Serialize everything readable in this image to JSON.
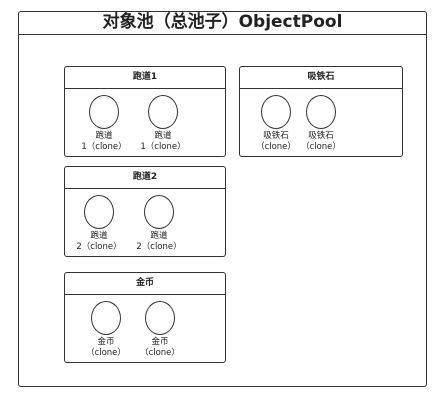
{
  "title": "对象池（总池子）ObjectPool",
  "pools": {
    "track1": {
      "title": "跑道1",
      "items": [
        {
          "name": "跑道",
          "clone": "1（clone）"
        },
        {
          "name": "跑道",
          "clone": "1（clone）"
        }
      ]
    },
    "magnet": {
      "title": "吸铁石",
      "items": [
        {
          "name": "吸铁石",
          "clone": "（clone）"
        },
        {
          "name": "吸铁石",
          "clone": "（clone）"
        }
      ]
    },
    "track2": {
      "title": "跑道2",
      "items": [
        {
          "name": "跑道",
          "clone": "2（clone）"
        },
        {
          "name": "跑道",
          "clone": "2（clone）"
        }
      ]
    },
    "coin": {
      "title": "金币",
      "items": [
        {
          "name": "金币",
          "clone": "（clone）"
        },
        {
          "name": "金币",
          "clone": "（clone）"
        }
      ]
    }
  }
}
